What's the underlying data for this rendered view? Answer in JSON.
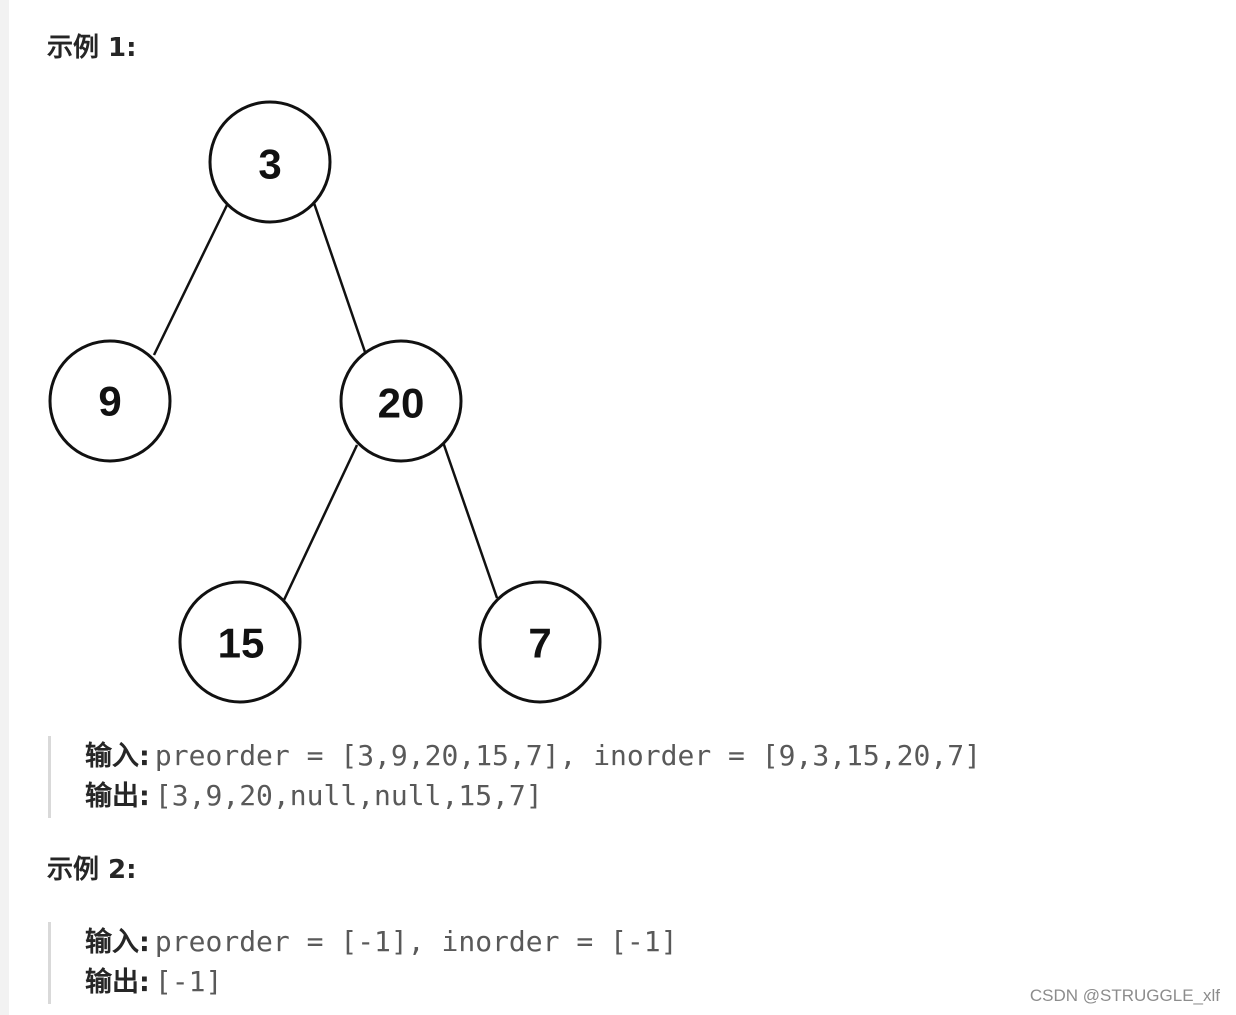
{
  "example1": {
    "title": "示例 1:",
    "tree": {
      "nodes": [
        "3",
        "9",
        "20",
        "15",
        "7"
      ]
    },
    "input_label": "输入:",
    "input_value": "preorder = [3,9,20,15,7], inorder = [9,3,15,20,7]",
    "output_label": "输出:",
    "output_value": "[3,9,20,null,null,15,7]"
  },
  "example2": {
    "title": "示例 2:",
    "input_label": "输入:",
    "input_value": "preorder = [-1], inorder = [-1]",
    "output_label": "输出:",
    "output_value": "[-1]"
  },
  "watermark": "CSDN @STRUGGLE_xlf"
}
